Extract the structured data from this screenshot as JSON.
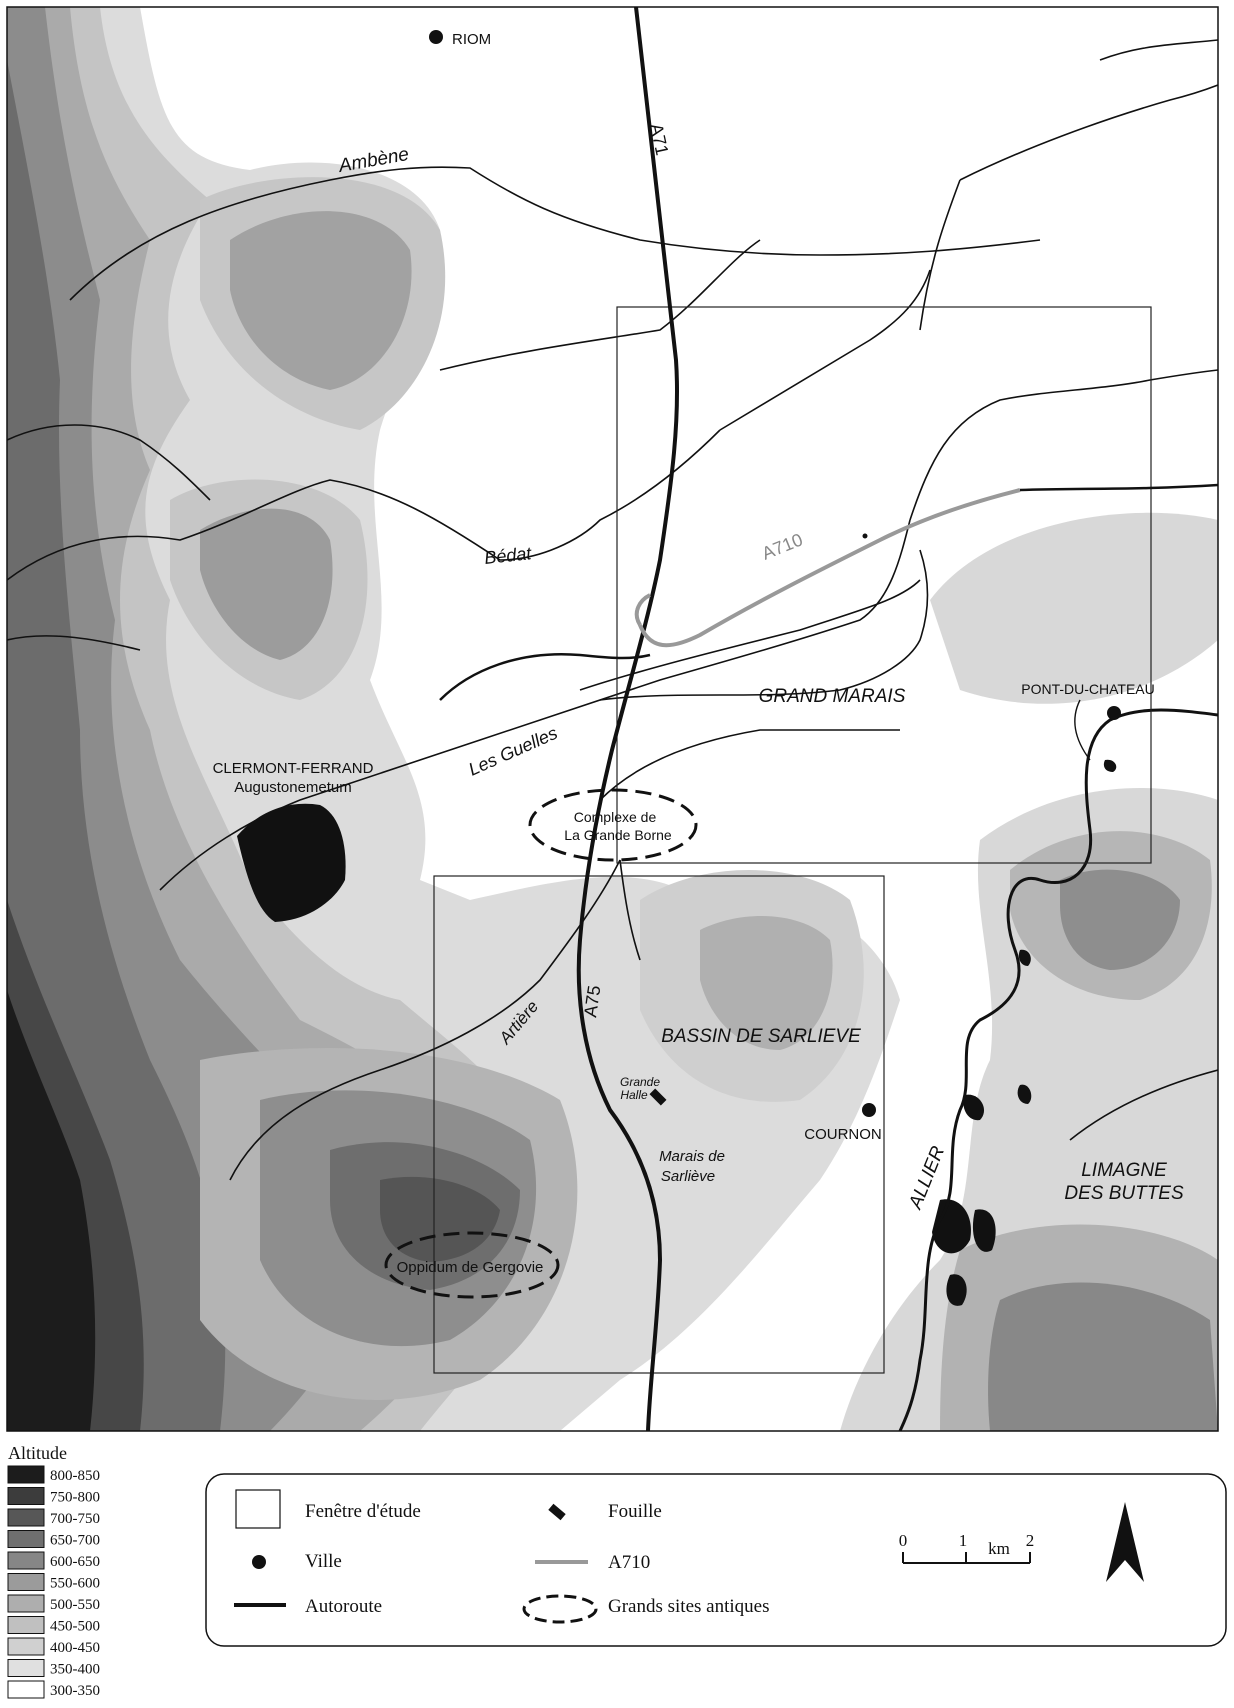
{
  "towns": {
    "riom": "RIOM",
    "clermont_line1": "CLERMONT-FERRAND",
    "clermont_line2": "Augustonemetum",
    "pont_du_chateau": "PONT-DU-CHATEAU",
    "cournon": "COURNON"
  },
  "rivers": {
    "ambene": "Ambène",
    "bedat": "Bédat",
    "les_guelles": "Les Guelles",
    "artiere": "Artière",
    "allier": "ALLIER"
  },
  "roads": {
    "a71": "A71",
    "a75": "A75",
    "a710": "A710"
  },
  "areas": {
    "grand_marais": "GRAND MARAIS",
    "bassin_de_sarlieve": "BASSIN DE SARLIEVE",
    "limagne_line1": "LIMAGNE",
    "limagne_line2": "DES BUTTES",
    "marais_line1": "Marais de",
    "marais_line2": "Sarliève",
    "grande_halle_line1": "Grande",
    "grande_halle_line2": "Halle"
  },
  "sites": {
    "complexe_line1": "Complexe de",
    "complexe_line2": "La Grande Borne",
    "gergovie": "Oppidum de Gergovie"
  },
  "altitude_legend": {
    "title": "Altitude",
    "classes": [
      {
        "label": "800-850",
        "color": "#1c1c1c"
      },
      {
        "label": "750-800",
        "color": "#3c3c3c"
      },
      {
        "label": "700-750",
        "color": "#575757"
      },
      {
        "label": "650-700",
        "color": "#6f6f6f"
      },
      {
        "label": "600-650",
        "color": "#868686"
      },
      {
        "label": "550-600",
        "color": "#9b9b9b"
      },
      {
        "label": "500-550",
        "color": "#aeaeae"
      },
      {
        "label": "450-500",
        "color": "#c0c0c0"
      },
      {
        "label": "400-450",
        "color": "#d0d0d0"
      },
      {
        "label": "350-400",
        "color": "#e0e0e0"
      },
      {
        "label": "300-350",
        "color": "#ffffff"
      }
    ]
  },
  "legend": {
    "fenetre": "Fenêtre d'étude",
    "ville": "Ville",
    "autoroute": "Autoroute",
    "fouille": "Fouille",
    "a710": "A710",
    "grands_sites": "Grands sites antiques"
  },
  "scale": {
    "zero": "0",
    "one": "1",
    "two": "2",
    "unit": "km"
  },
  "colors": {
    "a710": "#999999",
    "highway": "#111111"
  }
}
